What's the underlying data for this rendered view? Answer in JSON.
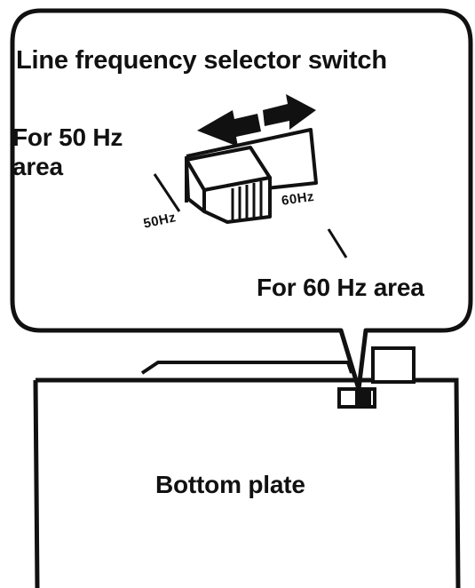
{
  "callout": {
    "title": "Line frequency selector switch",
    "left_label_line1": "For 50 Hz",
    "left_label_line2": "area",
    "right_label": "For 60 Hz area",
    "tick_50": "50Hz",
    "tick_60": "60Hz"
  },
  "device": {
    "label": "Bottom plate"
  },
  "colors": {
    "ink": "#111111",
    "paper": "#ffffff"
  },
  "icons": {
    "arrow_left": "left-arrow-icon",
    "arrow_right": "right-arrow-icon"
  }
}
